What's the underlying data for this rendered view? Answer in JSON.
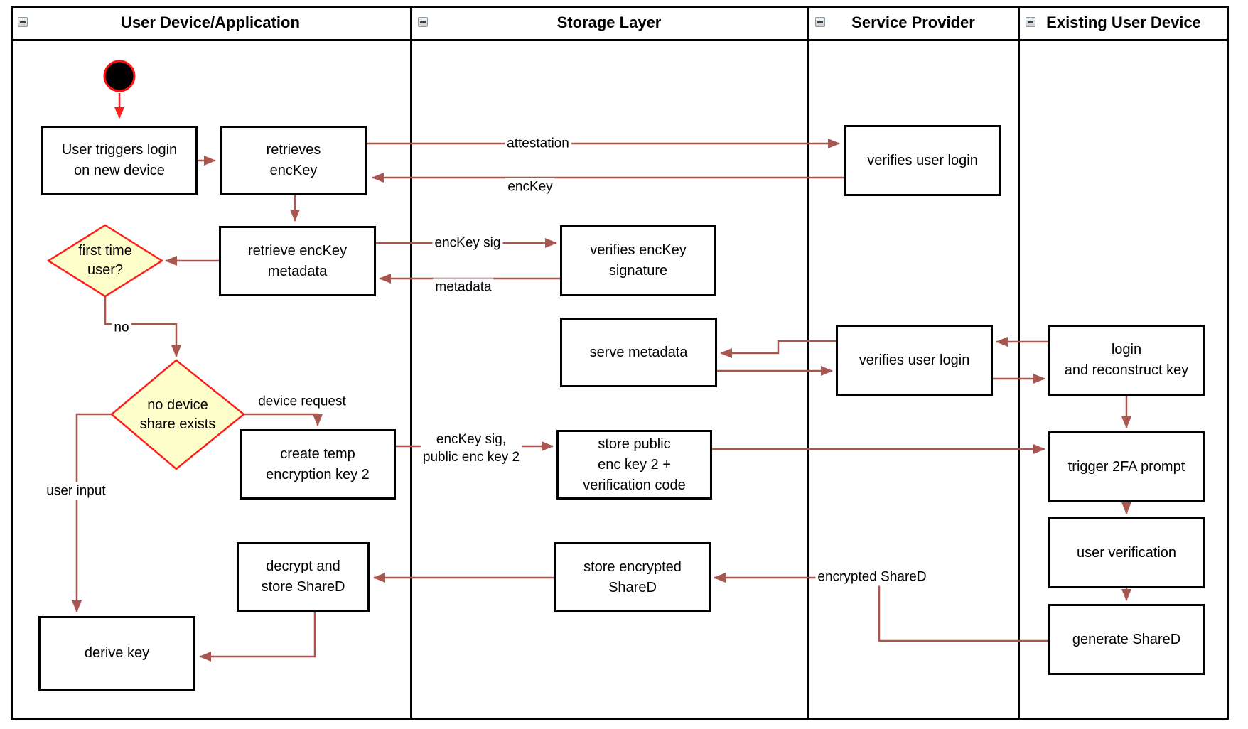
{
  "header": {
    "lanes": [
      {
        "title": "User Device/Application"
      },
      {
        "title": "Storage Layer"
      },
      {
        "title": "Service Provider"
      },
      {
        "title": "Existing User Device"
      }
    ]
  },
  "icons": {
    "lane_collapse": "minus-square-collapse-icon",
    "start_node": "filled-circle-initial-node"
  },
  "nodes": {
    "user_triggers_login": "User triggers login\non new device",
    "retrieves_enckey": "retrieves\nencKey",
    "retrieve_enckey_metadata": "retrieve encKey\nmetadata",
    "first_time_user": "first time\nuser?",
    "no_device_share": "no device\nshare exists",
    "create_temp_key": "create temp\nencryption key 2",
    "decrypt_store_shared": "decrypt and\nstore ShareD",
    "derive_key": "derive key",
    "verifies_enckey_signature": "verifies encKey\nsignature",
    "serve_metadata": "serve metadata",
    "store_public_enc_key": "store public\nenc key 2 +\nverification code",
    "store_encrypted_shared": "store encrypted\nShareD",
    "verifies_user_login_top": "verifies user login",
    "verifies_user_login_mid": "verifies user login",
    "login_reconstruct": "login\nand reconstruct key",
    "trigger_2fa": "trigger 2FA prompt",
    "user_verification": "user verification",
    "generate_shared": "generate ShareD"
  },
  "edge_labels": {
    "attestation": "attestation",
    "enckey": "encKey",
    "enckey_sig": "encKey sig",
    "metadata": "metadata",
    "no": "no",
    "device_request": "device request",
    "enckey_sig_public": "encKey sig,\npublic enc key 2",
    "user_input": "user input",
    "encrypted_shared": "encrypted ShareD"
  },
  "colors": {
    "connector": "#a8564f",
    "start_accent": "#ff2018",
    "decision_fill": "#ffffcc",
    "decision_border": "#ff1f1a",
    "node_border": "#000000",
    "node_fill": "#ffffff"
  }
}
